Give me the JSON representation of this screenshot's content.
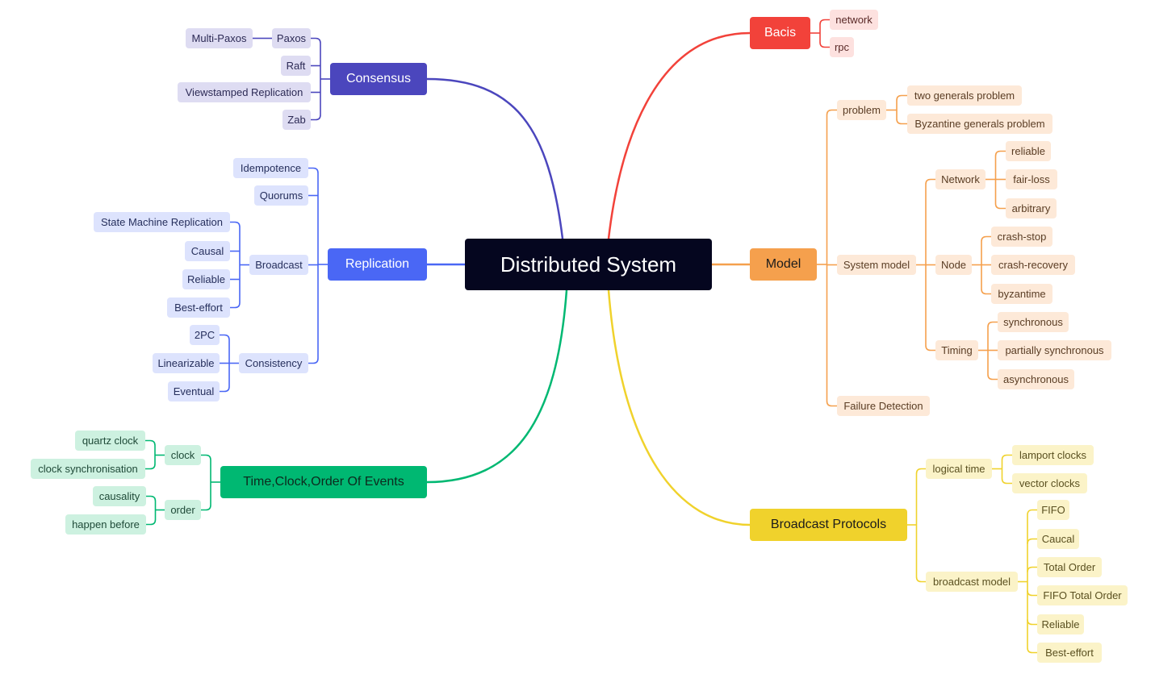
{
  "title": "Distributed System",
  "colors": {
    "root_bg": "#05061f",
    "bacis": "#f2423a",
    "model": "#f5a04d",
    "broadcast": "#f0d22c",
    "time": "#00b872",
    "replication": "#4a67f5",
    "consensus": "#4b46bd"
  },
  "branches": {
    "bacis": {
      "label": "Bacis",
      "children": [
        "network",
        "rpc"
      ]
    },
    "model": {
      "label": "Model",
      "problem": {
        "label": "problem",
        "children": [
          "two generals problem",
          "Byzantine generals problem"
        ]
      },
      "system_model": {
        "label": "System model",
        "network": {
          "label": "Network",
          "children": [
            "reliable",
            "fair-loss",
            "arbitrary"
          ]
        },
        "node": {
          "label": "Node",
          "children": [
            "crash-stop",
            "crash-recovery",
            "byzantime"
          ]
        },
        "timing": {
          "label": "Timing",
          "children": [
            "synchronous",
            "partially synchronous",
            "asynchronous"
          ]
        }
      },
      "failure_detection": "Failure Detection"
    },
    "broadcast": {
      "label": "Broadcast Protocols",
      "logical_time": {
        "label": "logical time",
        "children": [
          "lamport clocks",
          "vector clocks"
        ]
      },
      "broadcast_model": {
        "label": "broadcast model",
        "children": [
          "FIFO",
          "Caucal",
          "Total Order",
          "FIFO Total Order",
          "Reliable",
          "Best-effort"
        ]
      }
    },
    "time": {
      "label": "Time,Clock,Order Of Events",
      "clock": {
        "label": "clock",
        "children": [
          "quartz clock",
          "clock synchronisation"
        ]
      },
      "order": {
        "label": "order",
        "children": [
          "causality",
          "happen before"
        ]
      }
    },
    "replication": {
      "label": "Replication",
      "idempotence": "Idempotence",
      "quorums": "Quorums",
      "broadcast": {
        "label": "Broadcast",
        "children": [
          "State Machine Replication",
          "Causal",
          "Reliable",
          "Best-effort"
        ]
      },
      "consistency": {
        "label": "Consistency",
        "children": [
          "2PC",
          "Linearizable",
          "Eventual"
        ]
      }
    },
    "consensus": {
      "label": "Consensus",
      "paxos": {
        "label": "Paxos",
        "children": [
          "Multi-Paxos"
        ]
      },
      "raft": "Raft",
      "vr": "Viewstamped Replication",
      "zab": "Zab"
    }
  }
}
